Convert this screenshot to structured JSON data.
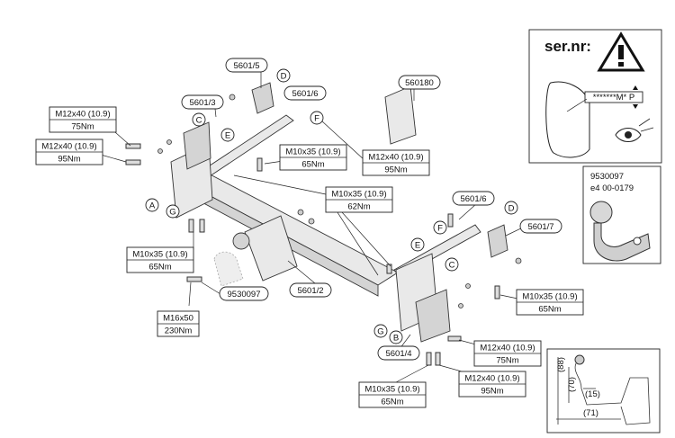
{
  "parts": {
    "p5601_5": "5601/5",
    "p5601_6a": "5601/6",
    "p5601_3": "5601/3",
    "p560180": "560180",
    "p5601_6b": "5601/6",
    "p5601_7": "5601/7",
    "p9530097": "9530097",
    "p5601_2": "5601/2",
    "p5601_4": "5601/4"
  },
  "letters": {
    "A": "A",
    "B": "B",
    "C1": "C",
    "C2": "C",
    "D1": "D",
    "D2": "D",
    "E1": "E",
    "E2": "E",
    "F1": "F",
    "F2": "F",
    "G1": "G",
    "G2": "G"
  },
  "torques": {
    "t1": {
      "bolt": "M12x40 (10.9)",
      "torque": "75Nm"
    },
    "t2": {
      "bolt": "M12x40 (10.9)",
      "torque": "95Nm"
    },
    "t3": {
      "bolt": "M10x35 (10.9)",
      "torque": "65Nm"
    },
    "t4": {
      "bolt": "M12x40 (10.9)",
      "torque": "95Nm"
    },
    "t5": {
      "bolt": "M10x35 (10.9)",
      "torque": "62Nm"
    },
    "t6": {
      "bolt": "M10x35 (10.9)",
      "torque": "65Nm"
    },
    "t7": {
      "bolt": "M16x50",
      "torque": "230Nm"
    },
    "t8": {
      "bolt": "M10x35 (10.9)",
      "torque": "65Nm"
    },
    "t9": {
      "bolt": "M12x40 (10.9)",
      "torque": "75Nm"
    },
    "t10": {
      "bolt": "M12x40 (10.9)",
      "torque": "95Nm"
    },
    "t11": {
      "bolt": "M10x35 (10.9)",
      "torque": "65Nm"
    }
  },
  "serial_panel": {
    "title": "ser.nr:",
    "plate_text": "*******M* P"
  },
  "approval": {
    "code": "9530097",
    "approval_no": "e4 00-0179"
  },
  "dimensions": {
    "d1": "(88)",
    "d2": "(70)",
    "d3": "(15)",
    "d4": "(71)"
  }
}
